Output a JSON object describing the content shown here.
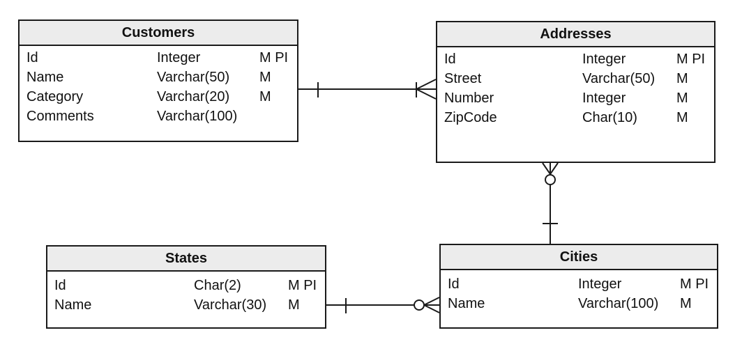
{
  "entities": {
    "customers": {
      "title": "Customers",
      "attributes": [
        {
          "name": "Id",
          "type": "Integer",
          "flags": "M PI"
        },
        {
          "name": "Name",
          "type": "Varchar(50)",
          "flags": "M"
        },
        {
          "name": "Category",
          "type": "Varchar(20)",
          "flags": "M"
        },
        {
          "name": "Comments",
          "type": "Varchar(100)",
          "flags": ""
        }
      ]
    },
    "addresses": {
      "title": "Addresses",
      "attributes": [
        {
          "name": "Id",
          "type": "Integer",
          "flags": "M PI"
        },
        {
          "name": "Street",
          "type": "Varchar(50)",
          "flags": "M"
        },
        {
          "name": "Number",
          "type": "Integer",
          "flags": "M"
        },
        {
          "name": "ZipCode",
          "type": "Char(10)",
          "flags": "M"
        }
      ]
    },
    "states": {
      "title": "States",
      "attributes": [
        {
          "name": "Id",
          "type": "Char(2)",
          "flags": "M PI"
        },
        {
          "name": "Name",
          "type": "Varchar(30)",
          "flags": "M"
        }
      ]
    },
    "cities": {
      "title": "Cities",
      "attributes": [
        {
          "name": "Id",
          "type": "Integer",
          "flags": "M PI"
        },
        {
          "name": "Name",
          "type": "Varchar(100)",
          "flags": "M"
        }
      ]
    }
  },
  "relationships": [
    {
      "from": "Customers",
      "from_cardinality": "exactly-one",
      "to": "Addresses",
      "to_cardinality": "one-or-many"
    },
    {
      "from": "Cities",
      "from_cardinality": "exactly-one",
      "to": "Addresses",
      "to_cardinality": "zero-or-many"
    },
    {
      "from": "States",
      "from_cardinality": "exactly-one",
      "to": "Cities",
      "to_cardinality": "zero-or-many"
    }
  ],
  "colors": {
    "line": "#1a1a1a",
    "header_bg": "#ececec",
    "background": "#ffffff"
  }
}
